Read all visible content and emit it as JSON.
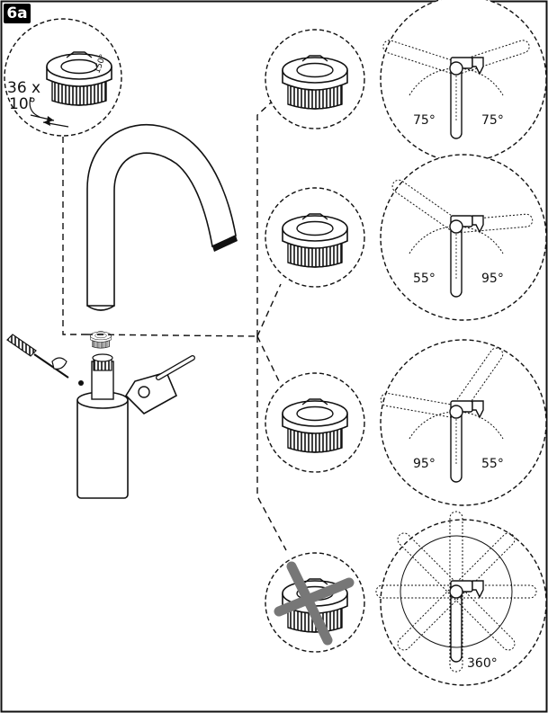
{
  "step_label": "6a",
  "detail": {
    "notch_angle": "150°",
    "count_text": "36 x",
    "step_angle": "10°"
  },
  "options": [
    {
      "left_angle": "75°",
      "right_angle": "75°",
      "allowed": true
    },
    {
      "left_angle": "55°",
      "right_angle": "95°",
      "allowed": true
    },
    {
      "left_angle": "95°",
      "right_angle": "55°",
      "allowed": true
    },
    {
      "full_angle": "360°",
      "allowed": false
    }
  ]
}
